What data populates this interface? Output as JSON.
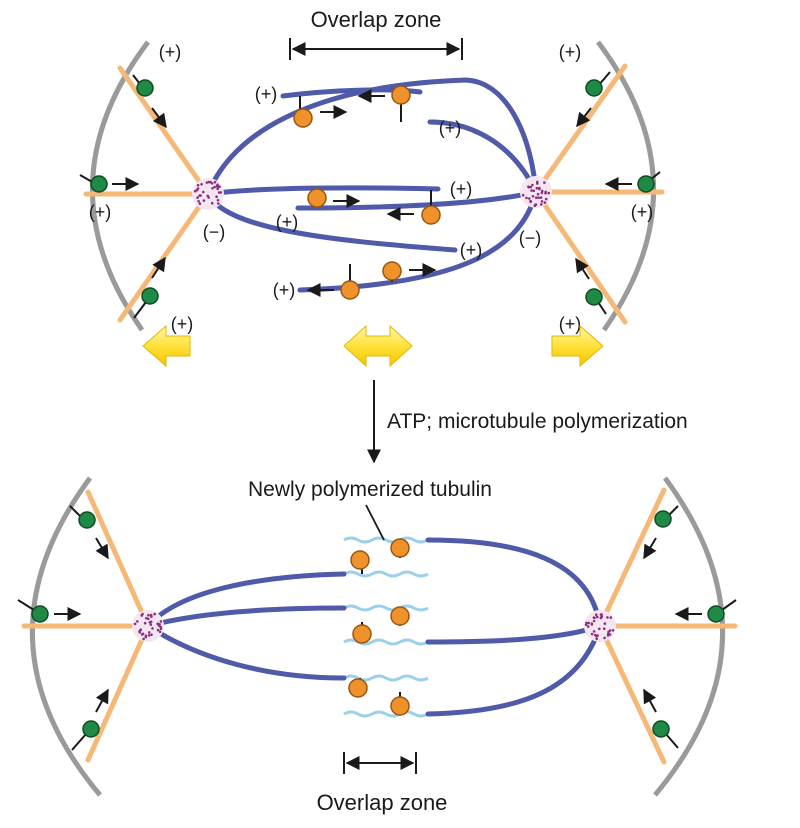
{
  "labels": {
    "overlap_zone_top": "Overlap zone",
    "arrow_text": "ATP; microtubule polymerization",
    "newly_polymerized": "Newly polymerized tubulin",
    "overlap_zone_bottom": "Overlap zone",
    "plus": "(+)",
    "minus": "(−)"
  },
  "colors": {
    "interpolar_microtubule": "#4f5aa8",
    "astral_microtubule": "#f5b877",
    "cell_cortex": "#9a9a9a",
    "cortical_motor": "#1f8a45",
    "kinesin_motor": "#f0922b",
    "new_tubulin": "#9cd0ea",
    "centrosome_dots": "#8a2f80",
    "force_arrow": "#ffe13a"
  }
}
